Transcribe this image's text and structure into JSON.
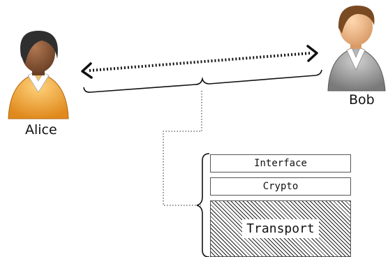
{
  "people": {
    "left_name": "Alice",
    "right_name": "Bob"
  },
  "stack": {
    "layer1": "Interface",
    "layer2": "Crypto",
    "layer3": "Transport"
  },
  "colors": {
    "alice_shirt": "#f2a63c",
    "alice_skin": "#8a5a3c",
    "alice_hair": "#2f2f2f",
    "bob_shirt": "#9c9c9c",
    "bob_skin": "#e8b68a",
    "bob_hair": "#7a4a22",
    "arrow": "#111111",
    "hatch": "#222222"
  }
}
